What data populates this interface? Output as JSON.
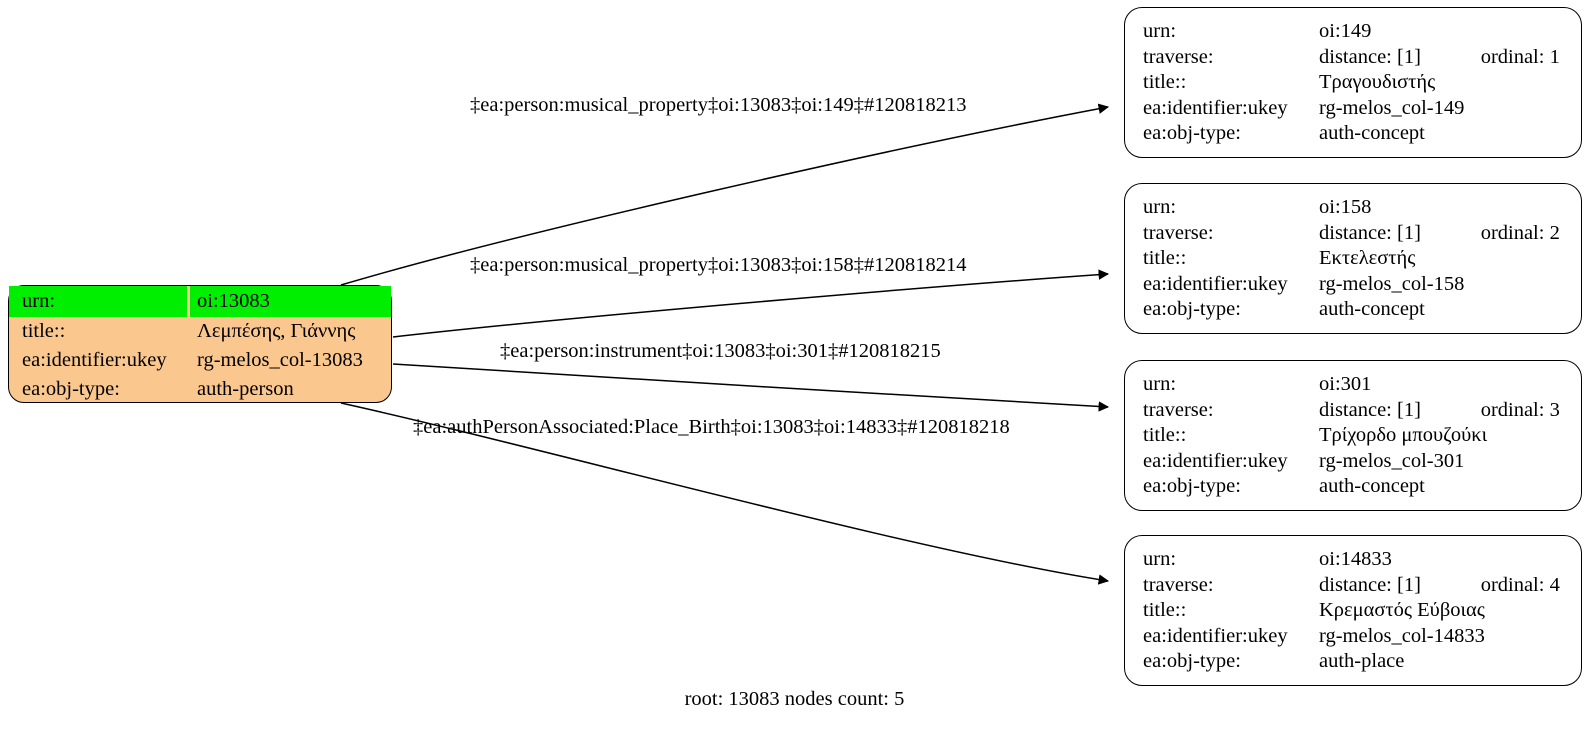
{
  "graph": {
    "footer": "root: 13083 nodes count: 5",
    "colors": {
      "root_fill": "#fac78e",
      "highlight_fill": "#00ee00",
      "stroke": "#000000",
      "target_fill": "#ffffff"
    }
  },
  "root_node": {
    "rows": [
      {
        "key": "urn:",
        "value": "oi:13083",
        "highlighted": true
      },
      {
        "key": "title::",
        "value": "Λεμπέσης, Γιάννης",
        "highlighted": false
      },
      {
        "key": "ea:identifier:ukey",
        "value": "rg-melos_col-13083",
        "highlighted": false
      },
      {
        "key": "ea:obj-type:",
        "value": "auth-person",
        "highlighted": false
      }
    ]
  },
  "target_nodes": [
    {
      "urn_key": "urn:",
      "urn_value": "oi:149",
      "traverse_key": "traverse:",
      "traverse_distance": "distance: [1]",
      "traverse_ordinal": "ordinal: 1",
      "title_key": "title::",
      "title_value": "Τραγουδιστής",
      "ukey_key": "ea:identifier:ukey",
      "ukey_value": "rg-melos_col-149",
      "objtype_key": "ea:obj-type:",
      "objtype_value": "auth-concept"
    },
    {
      "urn_key": "urn:",
      "urn_value": "oi:158",
      "traverse_key": "traverse:",
      "traverse_distance": "distance: [1]",
      "traverse_ordinal": "ordinal: 2",
      "title_key": "title::",
      "title_value": "Εκτελεστής",
      "ukey_key": "ea:identifier:ukey",
      "ukey_value": "rg-melos_col-158",
      "objtype_key": "ea:obj-type:",
      "objtype_value": "auth-concept"
    },
    {
      "urn_key": "urn:",
      "urn_value": "oi:301",
      "traverse_key": "traverse:",
      "traverse_distance": "distance: [1]",
      "traverse_ordinal": "ordinal: 3",
      "title_key": "title::",
      "title_value": "Τρίχορδο μπουζούκι",
      "ukey_key": "ea:identifier:ukey",
      "ukey_value": "rg-melos_col-301",
      "objtype_key": "ea:obj-type:",
      "objtype_value": "auth-concept"
    },
    {
      "urn_key": "urn:",
      "urn_value": "oi:14833",
      "traverse_key": "traverse:",
      "traverse_distance": "distance: [1]",
      "traverse_ordinal": "ordinal: 4",
      "title_key": "title::",
      "title_value": "Κρεμαστός Εύβοιας",
      "ukey_key": "ea:identifier:ukey",
      "ukey_value": "rg-melos_col-14833",
      "objtype_key": "ea:obj-type:",
      "objtype_value": "auth-place"
    }
  ],
  "edges": [
    {
      "label": "‡ea:person:musical_property‡oi:13083‡oi:149‡#120818213"
    },
    {
      "label": "‡ea:person:musical_property‡oi:13083‡oi:158‡#120818214"
    },
    {
      "label": "‡ea:person:instrument‡oi:13083‡oi:301‡#120818215"
    },
    {
      "label": "‡ea:authPersonAssociated:Place_Birth‡oi:13083‡oi:14833‡#120818218"
    }
  ]
}
